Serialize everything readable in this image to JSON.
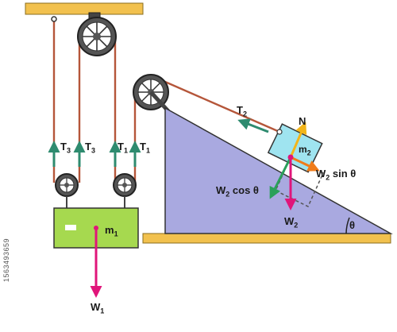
{
  "labels": {
    "t3_left": {
      "base": "T",
      "sub": "3"
    },
    "t3_right": {
      "base": "T",
      "sub": "3"
    },
    "t1_left": {
      "base": "T",
      "sub": "1"
    },
    "t1_right": {
      "base": "T",
      "sub": "1"
    },
    "t2": {
      "base": "T",
      "sub": "2"
    },
    "normal": {
      "base": "N"
    },
    "m2": {
      "base": "m",
      "sub": "2"
    },
    "m1": {
      "base": "m",
      "sub": "1"
    },
    "w1": {
      "base": "W",
      "sub": "1"
    },
    "w2": {
      "base": "W",
      "sub": "2"
    },
    "w2_cos": {
      "base": "W",
      "sub": "2",
      "rest": " cos θ"
    },
    "w2_sin": {
      "base": "W",
      "sub": "2",
      "rest": " sin θ"
    },
    "theta": {
      "base": "θ"
    }
  },
  "watermark_id": "1563493659",
  "colors": {
    "ceiling": "#f2c14e",
    "floor": "#f2c14e",
    "rope": "#b5563a",
    "incline": "#a9a9e0",
    "mass1": "#a6d94f",
    "block2": "#9fe4f0",
    "tension_arrow": "#2e8b6f",
    "weight_arrow": "#e0157a",
    "normal_arrow": "#f2b51a",
    "sin_arrow": "#f07c1a",
    "cos_arrow": "#2aa05a"
  }
}
